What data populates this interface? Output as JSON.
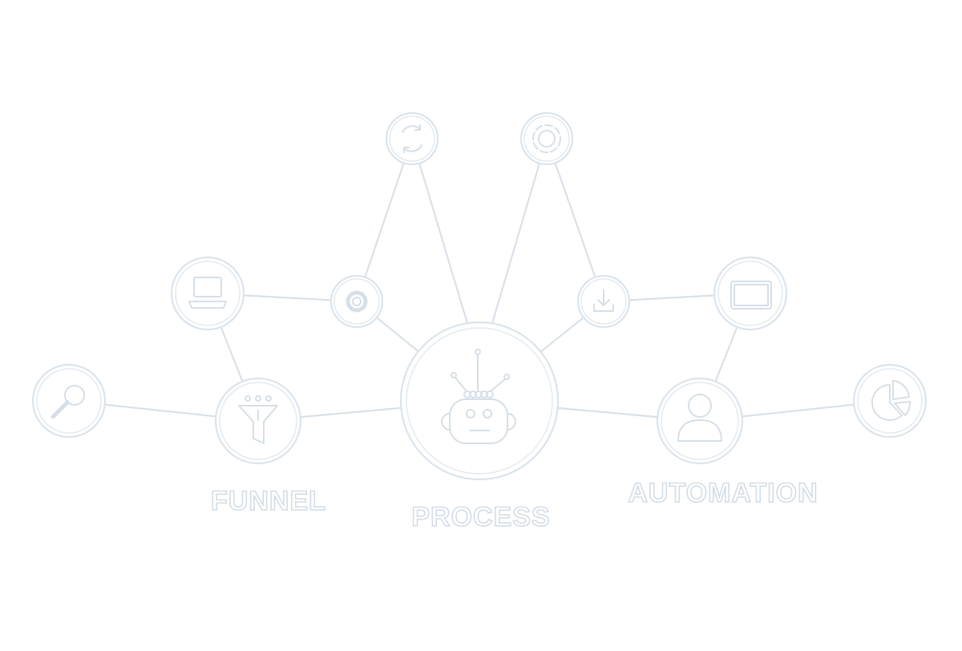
{
  "labels": {
    "funnel": "FUNNEL",
    "process": "PROCESS",
    "automation": "AUTOMATION"
  },
  "nodes": [
    {
      "id": "search",
      "icon": "search-icon"
    },
    {
      "id": "laptop",
      "icon": "laptop-icon"
    },
    {
      "id": "funnel",
      "icon": "funnel-icon"
    },
    {
      "id": "gear",
      "icon": "gear-icon"
    },
    {
      "id": "refresh",
      "icon": "refresh-icon"
    },
    {
      "id": "robot",
      "icon": "robot-icon"
    },
    {
      "id": "target",
      "icon": "target-icon"
    },
    {
      "id": "download",
      "icon": "download-icon"
    },
    {
      "id": "tablet",
      "icon": "tablet-icon"
    },
    {
      "id": "user",
      "icon": "user-icon"
    },
    {
      "id": "pie",
      "icon": "pie-chart-icon"
    }
  ],
  "colors": {
    "outline": "#dbe4ec",
    "background": "#ffffff"
  }
}
